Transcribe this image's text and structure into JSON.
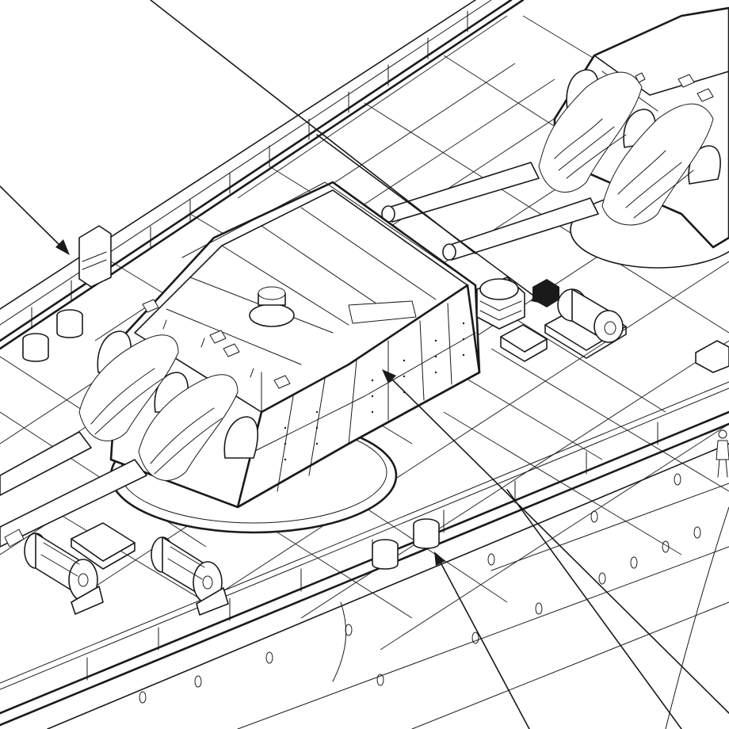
{
  "drawing": {
    "style": "technical isometric line drawing",
    "ink_color": "#1a1a1a",
    "paper_color": "#ffffff"
  },
  "components": [
    {
      "name": "forward-main-gun-turret",
      "guns": 2
    },
    {
      "name": "aft-main-gun-turret",
      "guns": 2
    },
    {
      "name": "turret-roof-hatch"
    },
    {
      "name": "cable-reel",
      "count": 2
    },
    {
      "name": "mooring-bollard",
      "count": 4
    },
    {
      "name": "deck-hatch",
      "count": 3
    },
    {
      "name": "ventilator"
    },
    {
      "name": "electric-motor"
    },
    {
      "name": "deck-railing"
    },
    {
      "name": "hull-portholes"
    },
    {
      "name": "crew-figure"
    }
  ],
  "callouts": [
    {
      "target": "deck-hatch-upper-left"
    },
    {
      "target": "turret-roof"
    },
    {
      "target": "electric-motor"
    },
    {
      "target": "turret-armor-face"
    },
    {
      "target": "mooring-bollard"
    },
    {
      "target": "deck-railing"
    }
  ]
}
